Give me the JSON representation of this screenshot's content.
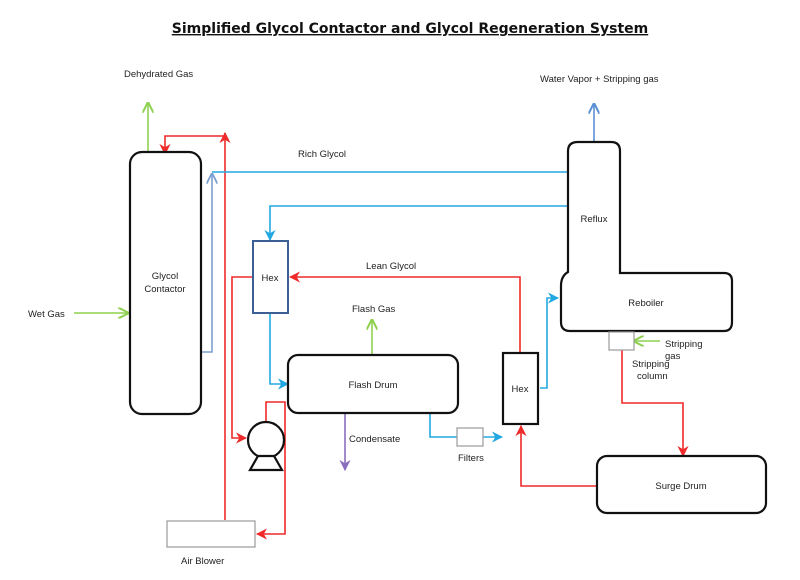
{
  "title": "Simplified Glycol Contactor and Glycol Regeneration System",
  "colors": {
    "lean_glycol": "#ee2a2a",
    "rich_glycol": "#22a8e0",
    "rich_glycol_outlet": "#7c9fd0",
    "gas": "#8fd14f",
    "condensate": "#8a6fbf",
    "equipment_outline": "#111111",
    "hex_outline": "#3c5f95"
  },
  "equipment": {
    "glycol_contactor": "Glycol\nContactor",
    "glycol_contactor_line1": "Glycol",
    "glycol_contactor_line2": "Contactor",
    "hex_rich": "Hex",
    "hex_lean": "Hex",
    "flash_drum": "Flash Drum",
    "reboiler": "Reboiler",
    "reflux": "Reflux",
    "surge_drum": "Surge Drum",
    "filters": "Filters",
    "air_blower": "Air Blower",
    "stripping_column_line1": "Stripping",
    "stripping_column_line2": "column",
    "pump": "Pump"
  },
  "streams": {
    "dehydrated_gas": "Dehydrated Gas",
    "wet_gas": "Wet Gas",
    "rich_glycol": "Rich Glycol",
    "lean_glycol": "Lean Glycol",
    "flash_gas": "Flash Gas",
    "condensate": "Condensate",
    "water_vapor": "Water Vapor + Stripping gas",
    "stripping_gas_line1": "Stripping",
    "stripping_gas_line2": "gas"
  }
}
